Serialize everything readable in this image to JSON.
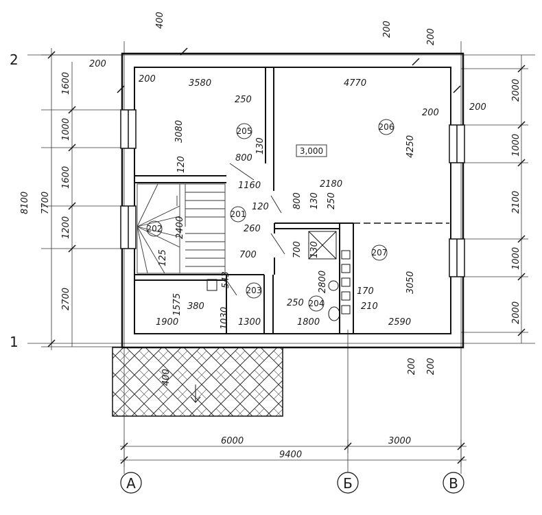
{
  "axes": {
    "rows": [
      "2",
      "1"
    ],
    "cols": [
      "А",
      "Б",
      "В"
    ]
  },
  "dims": {
    "top_400": "400",
    "top_200a": "200",
    "top_200b": "200",
    "tl_200": "200",
    "tl_200b": "200",
    "r205_w": "3580",
    "r206_w": "4770",
    "r205_250": "250",
    "r206_200": "200",
    "right_200": "200",
    "r205_h": "3080",
    "r206_h": "4250",
    "d130a": "130",
    "d800a": "800",
    "d120a": "120",
    "d1160": "1160",
    "d2180": "2180",
    "d120b": "120",
    "d800b": "800",
    "d130b": "130",
    "d250a": "250",
    "d260": "260",
    "d2400": "2400",
    "d125": "125",
    "d700a": "700",
    "d700b": "700",
    "d130c": "130",
    "d2800": "2800",
    "r207_h": "3050",
    "d170": "170",
    "d210": "210",
    "d543": "543",
    "d1575": "1575",
    "d380": "380",
    "d1030": "1030",
    "d250b": "250",
    "d1900": "1900",
    "d1300": "1300",
    "d1800": "1800",
    "d2590": "2590",
    "bot_200a": "200",
    "bot_200b": "200",
    "porch_400": "400",
    "span_6000": "6000",
    "span_3000": "3000",
    "span_9400": "9400",
    "left_1600a": "1600",
    "left_1000": "1000",
    "left_1600b": "1600",
    "left_1200": "1200",
    "left_2700": "2700",
    "left_8100": "8100",
    "left_7700": "7700",
    "right_2000a": "2000",
    "right_1000a": "1000",
    "right_2100": "2100",
    "right_1000b": "1000",
    "right_2000b": "2000"
  },
  "rooms": {
    "r201": "201",
    "r202": "202",
    "r203": "203",
    "r204": "204",
    "r205": "205",
    "r206": "206",
    "r207": "207"
  },
  "level_mark": "3,000"
}
